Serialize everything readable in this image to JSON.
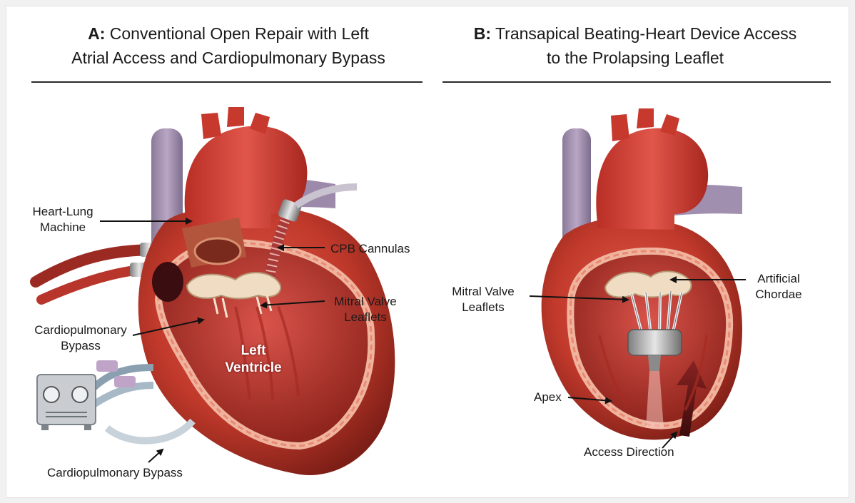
{
  "panels": [
    {
      "letter": "A:",
      "title_line1": " Conventional Open Repair with Left",
      "title_line2": "Atrial Access and Cardiopulmonary Bypass"
    },
    {
      "letter": "B:",
      "title_line1": " Transapical Beating-Heart Device Access",
      "title_line2": "to the Prolapsing Leaflet"
    }
  ],
  "labels": {
    "heart_lung": {
      "line1": "Heart-Lung",
      "line2": "Machine"
    },
    "cpb_cannulas": "CPB Cannulas",
    "mitral_a": {
      "line1": "Mitral Valve",
      "line2": "Leaflets"
    },
    "cpb_upper": {
      "line1": "Cardiopulmonary",
      "line2": "Bypass"
    },
    "left_ventricle": {
      "line1": "Left",
      "line2": "Ventricle"
    },
    "cpb_lower": "Cardiopulmonary Bypass",
    "mitral_b": {
      "line1": "Mitral Valve",
      "line2": "Leaflets"
    },
    "artificial_chordae": {
      "line1": "Artificial",
      "line2": "Chordae"
    },
    "apex": "Apex",
    "access_direction": "Access Direction"
  },
  "colors": {
    "heart_red": "#c0392b",
    "vein_purple": "#9d8aab",
    "leaflet_cream": "#f0dcc2",
    "myocardium_rim": "#f0b49e"
  }
}
